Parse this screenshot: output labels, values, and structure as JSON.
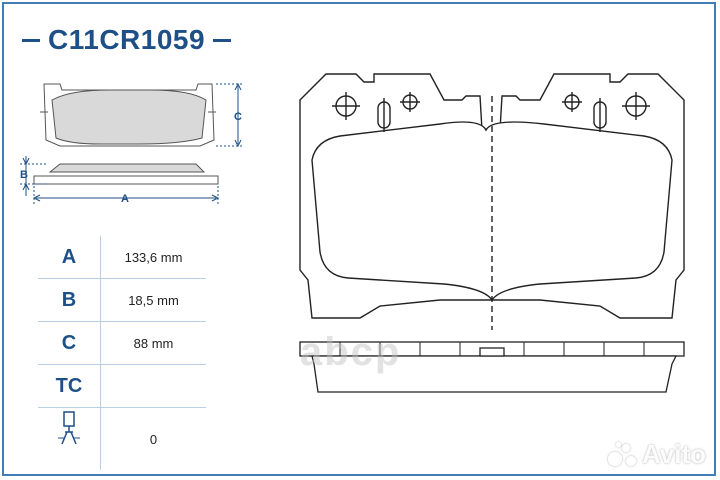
{
  "product": {
    "code": "C11CR1059"
  },
  "dimensions_labels": {
    "a": "A",
    "b": "B",
    "c": "C"
  },
  "specs": [
    {
      "key": "A",
      "value": "133,6 mm"
    },
    {
      "key": "B",
      "value": "18,5 mm"
    },
    {
      "key": "C",
      "value": "88 mm"
    },
    {
      "key": "TC",
      "value": ""
    },
    {
      "key": "",
      "value": "0"
    }
  ],
  "watermark": {
    "text": "abcp"
  },
  "marketplace_badge": {
    "text": "Avito"
  },
  "colors": {
    "brand": "#1e4f86",
    "frame": "#3f7fb6",
    "pad_fill": "#d9d9d9",
    "line": "#b9cfe4"
  }
}
